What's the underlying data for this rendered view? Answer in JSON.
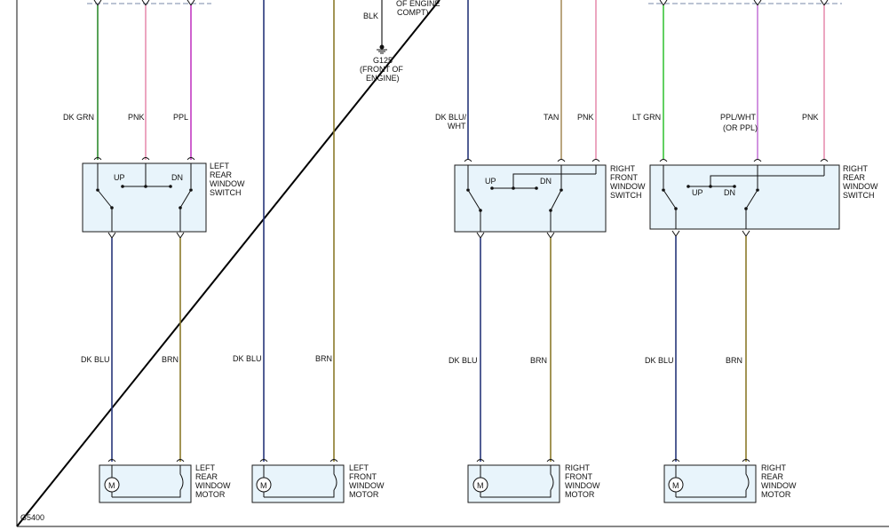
{
  "diagram_id": "G5400",
  "ground": {
    "wire": "BLK",
    "name": "G125",
    "loc1": "(FRONT OF",
    "loc2": "ENGINE)",
    "top1": "OF ENGINE",
    "top2": "COMPT)"
  },
  "colors": {
    "dk_grn": "#2f8a2f",
    "lt_grn": "#3ac43a",
    "pnk": "#e78fb0",
    "ppl": "#c13bc1",
    "dk_blu": "#27367a",
    "brn": "#8a7a2a",
    "tan": "#a89060",
    "blk": "#222222"
  },
  "wires": {
    "lr_top": [
      "DK GRN",
      "PNK",
      "PPL"
    ],
    "lf": [
      "DK BLU",
      "BRN"
    ],
    "rf_top": [
      "DK BLU/",
      "WHT",
      "TAN",
      "PNK"
    ],
    "rr_top": [
      "LT GRN",
      "PPL/WHT",
      "(OR PPL)",
      "PNK"
    ],
    "motor_pair": [
      "DK BLU",
      "BRN"
    ]
  },
  "switches": {
    "lr": [
      "LEFT",
      "REAR",
      "WINDOW",
      "SWITCH"
    ],
    "rf": [
      "RIGHT",
      "FRONT",
      "WINDOW",
      "SWITCH"
    ],
    "rr": [
      "RIGHT",
      "REAR",
      "WINDOW",
      "SWITCH"
    ],
    "up": "UP",
    "dn": "DN"
  },
  "motors": {
    "lr": [
      "LEFT",
      "REAR",
      "WINDOW",
      "MOTOR"
    ],
    "lf": [
      "LEFT",
      "FRONT",
      "WINDOW",
      "MOTOR"
    ],
    "rf": [
      "RIGHT",
      "FRONT",
      "WINDOW",
      "MOTOR"
    ],
    "rr": [
      "RIGHT",
      "REAR",
      "WINDOW",
      "MOTOR"
    ],
    "symbol": "M"
  }
}
